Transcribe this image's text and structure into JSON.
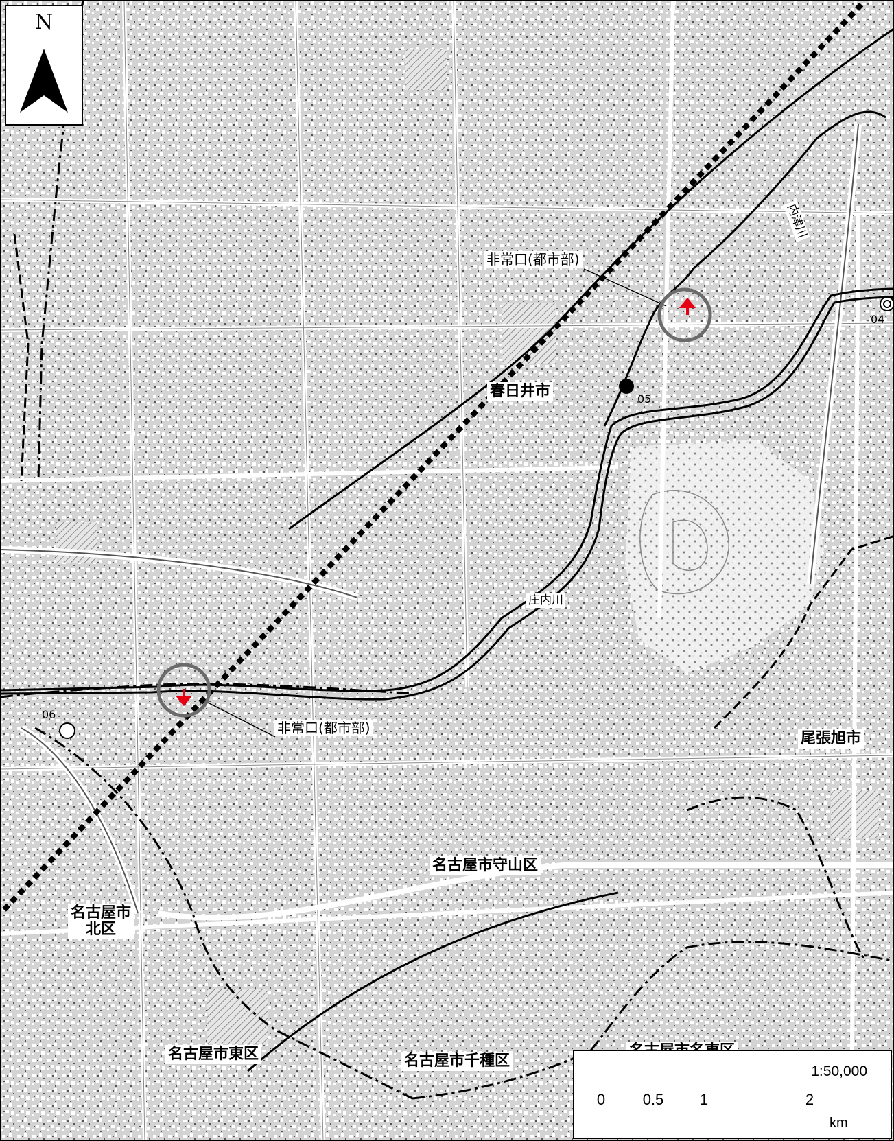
{
  "map": {
    "north_letter": "N",
    "scale": {
      "ratio": "1:50,000",
      "ticks": [
        "0",
        "0.5",
        "1",
        "2"
      ],
      "unit": "km"
    },
    "labels": {
      "kasugai": "春日井市",
      "owariasahi": "尾張旭市",
      "moriyama": "名古屋市守山区",
      "kita_line1": "名古屋市",
      "kita_line2": "北区",
      "higashi": "名古屋市東区",
      "chikusa": "名古屋市千種区",
      "meito": "名古屋市名東区",
      "shonai_river": "庄内川",
      "utsu_river": "内津川"
    },
    "emergency_exit_label": "非常口(都市部)",
    "stations": [
      "04",
      "05",
      "06"
    ]
  }
}
